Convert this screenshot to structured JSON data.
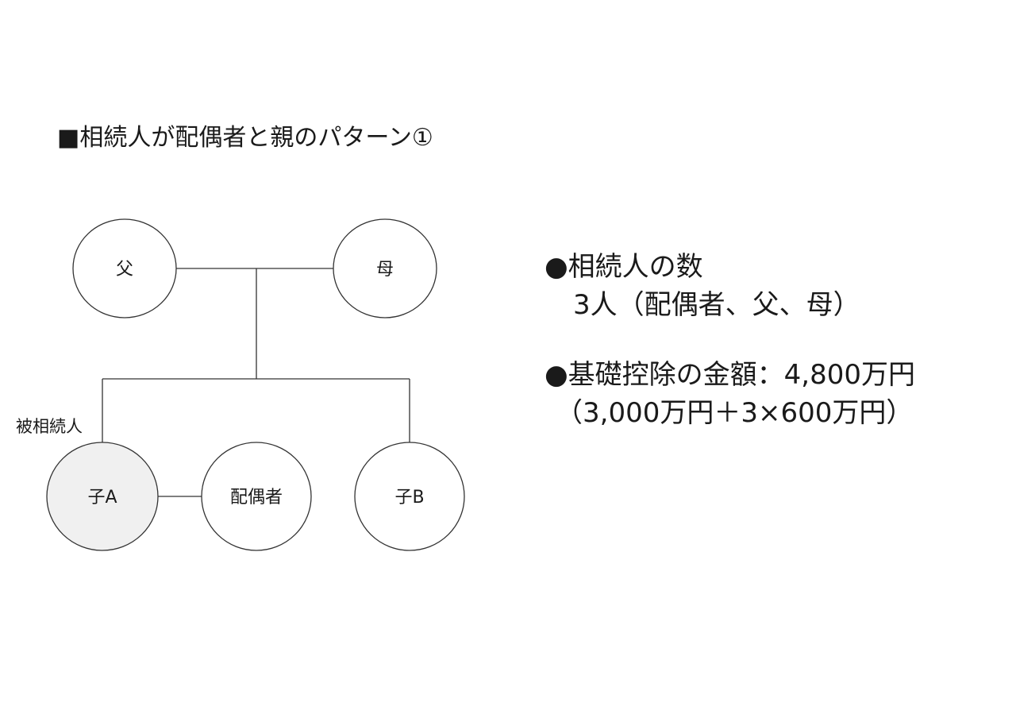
{
  "title": "■相続人が配偶者と親のパターン①",
  "nodes": {
    "father": "父",
    "mother": "母",
    "child_a": "子A",
    "spouse": "配偶者",
    "child_b": "子B"
  },
  "deceased_label": "被相続人",
  "info": {
    "heirs_heading": "●相続人の数",
    "heirs_detail": "3人（配偶者、父、母）",
    "deduction_heading": "●基礎控除の金額：4,800万円",
    "deduction_formula": "（3,000万円＋3×600万円）"
  },
  "colors": {
    "line": "#333333",
    "deceased_fill": "#f0f0f0",
    "node_fill": "#ffffff"
  }
}
